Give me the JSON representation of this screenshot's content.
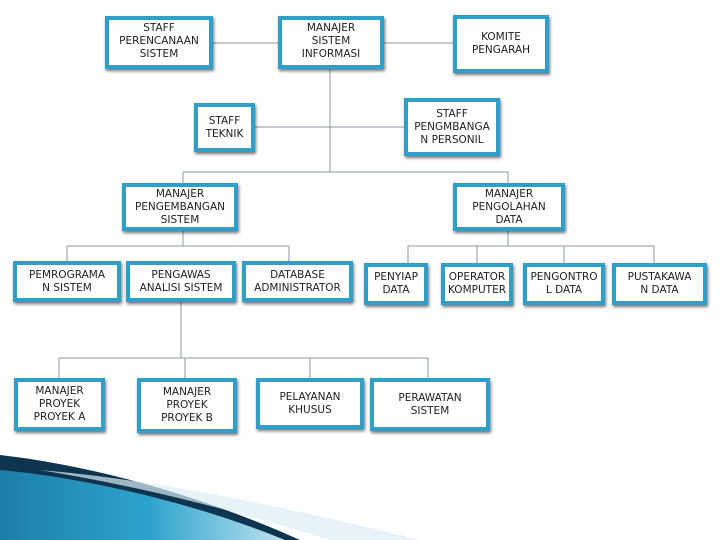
{
  "colors": {
    "box_border": "#2f9fc9",
    "connector": "#8a9aa0"
  },
  "nodes": {
    "staff_perencanaan": "STAFF\nPERENCANAAN\nSISTEM",
    "manajer_si": "MANAJER\nSISTEM\nINFORMASI",
    "komite_pengarah": "KOMITE\nPENGARAH",
    "staff_teknik": "STAFF\nTEKNIK",
    "staff_pengembangan_personil": "STAFF\nPENGMBANGA\nN PERSONIL",
    "manajer_pengembangan": "MANAJER\nPENGEMBANGAN\nSISTEM",
    "manajer_pengolahan": "MANAJER\nPENGOLAHAN\nDATA",
    "pemrograman": "PEMROGRAMA\nN SISTEM",
    "pengawas": "PENGAWAS\nANALISI SISTEM",
    "dba": "DATABASE\nADMINISTRATOR",
    "penyiap": "PENYIAP\nDATA",
    "operator": "OPERATOR\nKOMPUTER",
    "pengontrol": "PENGONTRO\nL DATA",
    "pustakawan": "PUSTAKAWA\nN DATA",
    "proyek_a": "MANAJER\nPROYEK\nPROYEK A",
    "proyek_b": "MANAJER\nPROYEK\nPROYEK B",
    "pelayanan": "PELAYANAN\nKHUSUS",
    "perawatan": "PERAWATAN\nSISTEM"
  }
}
